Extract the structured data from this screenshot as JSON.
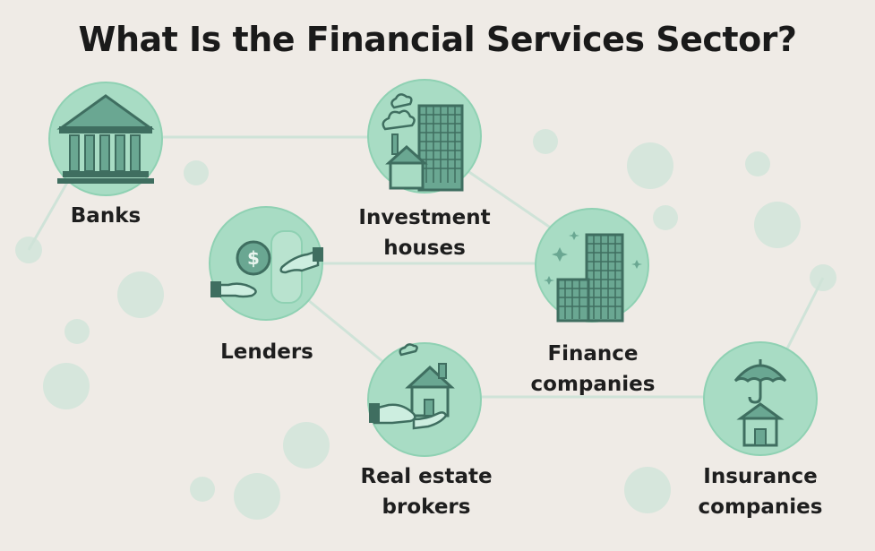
{
  "title": "What Is the Financial Services Sector?",
  "colors": {
    "background": "#efebe6",
    "circle": "#a8dcc4",
    "circle_ring": "#8fd1b3",
    "icon": "#3f6e60",
    "icon_light": "#6aa792",
    "connector": "#cfe3d8",
    "dot": "#d6e6dc",
    "text": "#1e1e1e"
  },
  "nodes": [
    {
      "id": "banks",
      "label": "Banks",
      "icon": "bank-building-icon"
    },
    {
      "id": "investment",
      "label": "Investment houses",
      "icon": "skyscraper-and-house-icon"
    },
    {
      "id": "lenders",
      "label": "Lenders",
      "icon": "hands-exchanging-coin-icon"
    },
    {
      "id": "finance",
      "label": "Finance companies",
      "icon": "office-towers-icon"
    },
    {
      "id": "realestate",
      "label": "Real estate brokers",
      "icon": "hand-holding-house-icon"
    },
    {
      "id": "insurance",
      "label": "Insurance companies",
      "icon": "umbrella-over-house-icon"
    }
  ]
}
